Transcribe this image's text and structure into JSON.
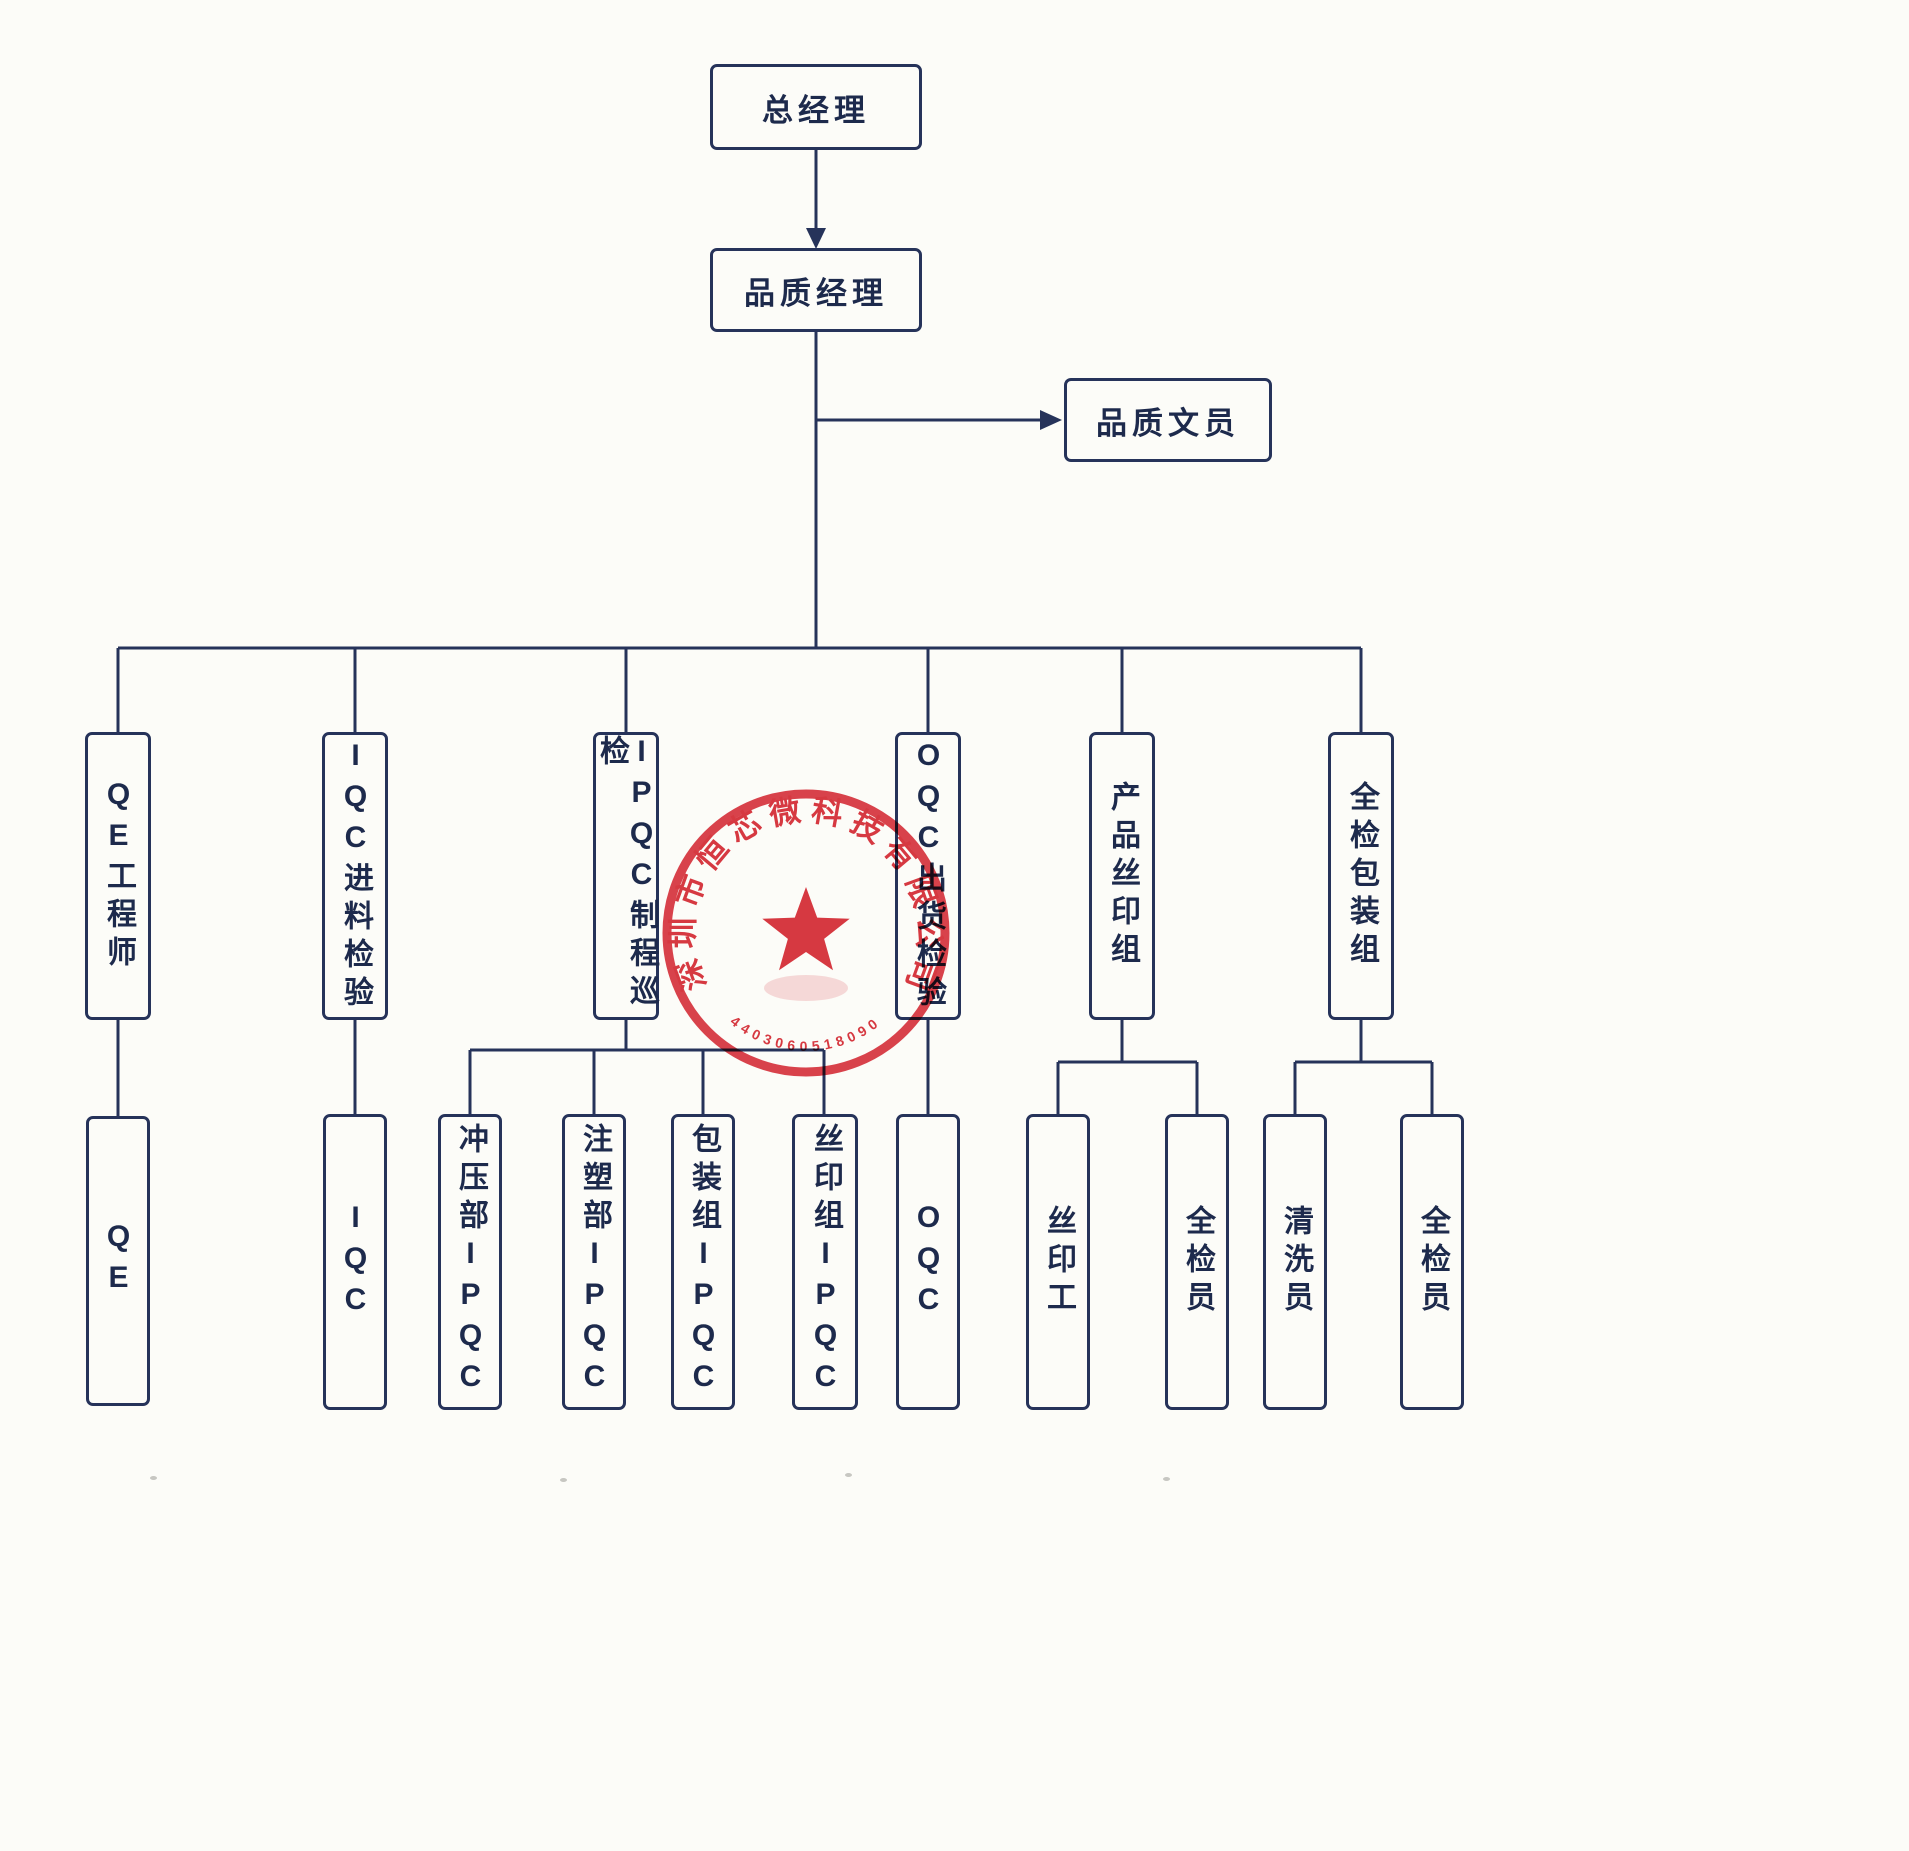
{
  "colors": {
    "line": "#26335a",
    "stamp": "#d5232e",
    "paper": "#fcfcf8"
  },
  "nodes": {
    "gm": {
      "label": "总经理"
    },
    "qm": {
      "label": "品质经理"
    },
    "clerk": {
      "label": "品质文员"
    },
    "qe_eng": {
      "label": "QE工程师"
    },
    "iqc_dept": {
      "label": "IQC进料检验"
    },
    "ipqc_dept": {
      "label": "IPQC制程巡检"
    },
    "oqc_dept": {
      "label": "OQC出货检验"
    },
    "silk_group": {
      "label": "产品丝印组"
    },
    "pack_group": {
      "label": "全检包装组"
    },
    "qe": {
      "label": "QE"
    },
    "iqc": {
      "label": "IQC"
    },
    "ipqc_punch": {
      "label": "冲压部IPQC"
    },
    "ipqc_mold": {
      "label": "注塑部IPQC"
    },
    "ipqc_pack": {
      "label": "包装组IPQC"
    },
    "ipqc_silk": {
      "label": "丝印组IPQC"
    },
    "oqc": {
      "label": "OQC"
    },
    "silk_worker": {
      "label": "丝印工"
    },
    "inspector1": {
      "label": "全检员"
    },
    "cleaner": {
      "label": "清洗员"
    },
    "inspector2": {
      "label": "全检员"
    }
  },
  "edges": [
    [
      "gm",
      "qm"
    ],
    [
      "qm",
      "clerk"
    ],
    [
      "qm",
      "qe_eng"
    ],
    [
      "qm",
      "iqc_dept"
    ],
    [
      "qm",
      "ipqc_dept"
    ],
    [
      "qm",
      "oqc_dept"
    ],
    [
      "qm",
      "silk_group"
    ],
    [
      "qm",
      "pack_group"
    ],
    [
      "qe_eng",
      "qe"
    ],
    [
      "iqc_dept",
      "iqc"
    ],
    [
      "ipqc_dept",
      "ipqc_punch"
    ],
    [
      "ipqc_dept",
      "ipqc_mold"
    ],
    [
      "ipqc_dept",
      "ipqc_pack"
    ],
    [
      "ipqc_dept",
      "ipqc_silk"
    ],
    [
      "oqc_dept",
      "oqc"
    ],
    [
      "silk_group",
      "silk_worker"
    ],
    [
      "silk_group",
      "inspector1"
    ],
    [
      "pack_group",
      "cleaner"
    ],
    [
      "pack_group",
      "inspector2"
    ]
  ],
  "stamp": {
    "company": "深圳市恒芯微科技有限公司",
    "number": "4403060518090"
  }
}
